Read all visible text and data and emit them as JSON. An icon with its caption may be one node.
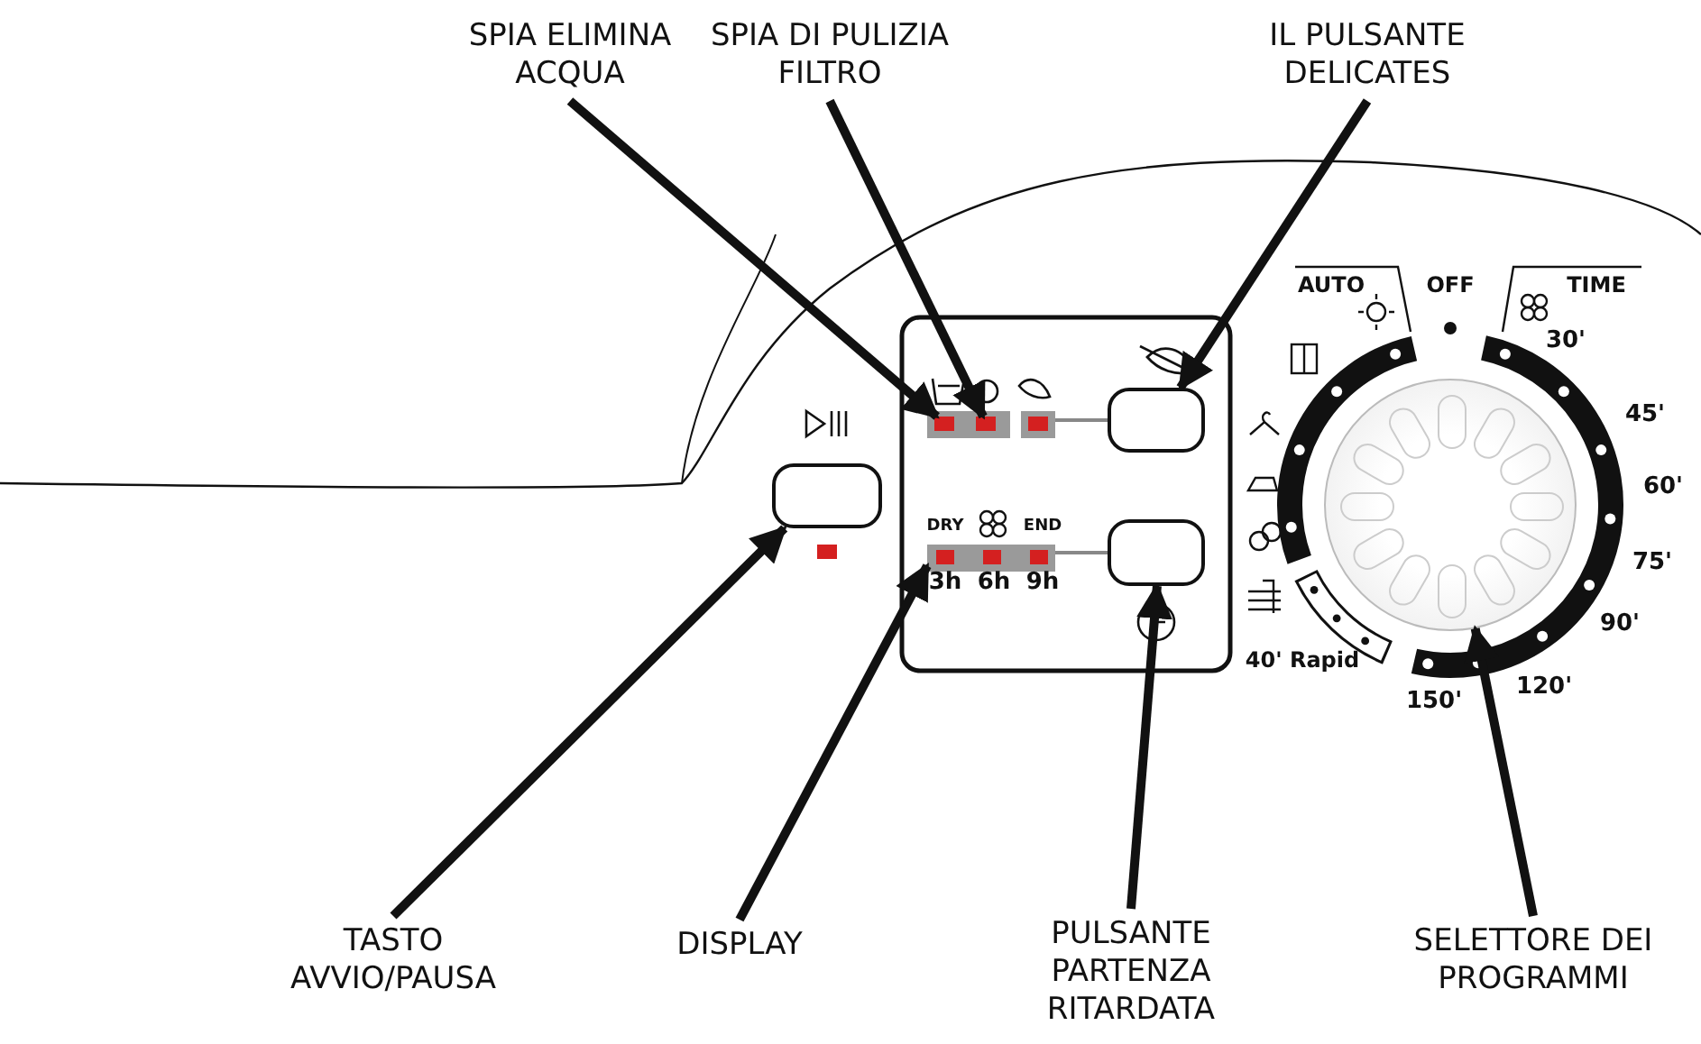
{
  "diagram": {
    "nodes": [
      {
        "text": [
          "SPIA ELIMINA ACQUA"
        ]
      },
      {
        "text": [
          "SPIA DI PULIZIA FILTRO"
        ]
      },
      {
        "text": [
          "IL PULSANTE DELICATES"
        ]
      },
      {
        "text": [
          "TASTO AVVIO/PAUSA"
        ]
      },
      {
        "text": [
          "DISPLAY"
        ]
      },
      {
        "text": [
          "PULSANTE PARTENZA RITARDATA"
        ]
      },
      {
        "text": [
          "SELETTORE DEI PROGRAMMI"
        ]
      },
      {
        "text": [],
        "shape": "box"
      },
      {
        "text": [],
        "shape": "box"
      },
      {
        "text": [],
        "shape": "box"
      },
      {
        "text": [],
        "shape": "box"
      },
      {
        "text": [],
        "shape": "bar"
      },
      {
        "text": [],
        "shape": "box"
      },
      {
        "text": [],
        "shape": "circle"
      },
      {
        "text": [],
        "shape": "box"
      }
    ],
    "edges": [
      {
        "from": 0,
        "to": 7,
        "arrow": "to"
      },
      {
        "from": 1,
        "to": 8,
        "arrow": "to"
      },
      {
        "from": 2,
        "to": 9,
        "arrow": "to"
      },
      {
        "from": 3,
        "to": 10,
        "arrow": "to"
      },
      {
        "from": 4,
        "to": 11,
        "arrow": "to"
      },
      {
        "from": 5,
        "to": 12,
        "arrow": "to"
      },
      {
        "from": 6,
        "to": 13,
        "arrow": "to"
      },
      {
        "from": 14,
        "to": 9,
        "arrow": "none",
        "color": "#888888"
      },
      {
        "from": 11,
        "to": 12,
        "arrow": "none",
        "color": "#888888"
      }
    ],
    "labels": [
      "DRY",
      "END",
      "3h",
      "6h",
      "9h",
      "AUTO",
      "OFF",
      "TIME",
      "30'",
      "45'",
      "60'",
      "75'",
      "90'",
      "120'",
      "150'",
      "40' Rapid"
    ]
  }
}
